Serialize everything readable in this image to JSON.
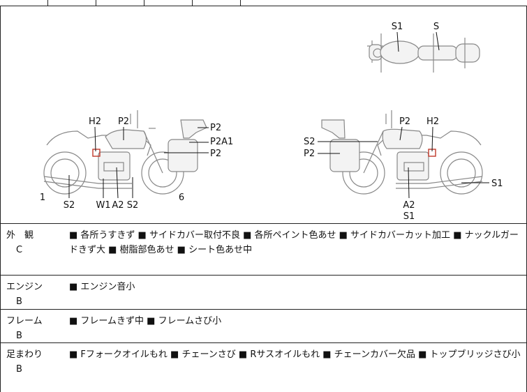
{
  "diagram": {
    "left_labels": {
      "h2": "H2",
      "p2": "P2",
      "p2_r1": "P2",
      "p2a1": "P2A1",
      "p2_r2": "P2",
      "n1": "1",
      "s2": "S2",
      "w1": "W1",
      "a2": "A2",
      "s2b": "S2",
      "n6": "6"
    },
    "right_labels": {
      "s2": "S2",
      "p2_l": "P2",
      "p2": "P2",
      "h2": "H2",
      "s1": "S1",
      "a2": "A2",
      "s1b": "S1"
    },
    "top_labels": {
      "s1": "S1",
      "s": "S"
    }
  },
  "sections": [
    {
      "category": "外　観",
      "grade": "C",
      "notes": "■ 各所うすきず ■ サイドカバー取付不良 ■ 各所ペイント色あせ ■ サイドカバーカット加工 ■ ナックルガードきず大 ■ 樹脂部色あせ ■ シート色あせ中"
    },
    {
      "category": "エンジン",
      "grade": "B",
      "notes": "■ エンジン音小"
    },
    {
      "category": "フレーム",
      "grade": "B",
      "notes": "■ フレームきず中 ■ フレームさび小"
    },
    {
      "category": "足まわり",
      "grade": "B",
      "notes": "■ Fフォークオイルもれ ■ チェーンさび ■ Rサスオイルもれ ■ チェーンカバー欠品 ■ トップブリッジさび小"
    }
  ]
}
